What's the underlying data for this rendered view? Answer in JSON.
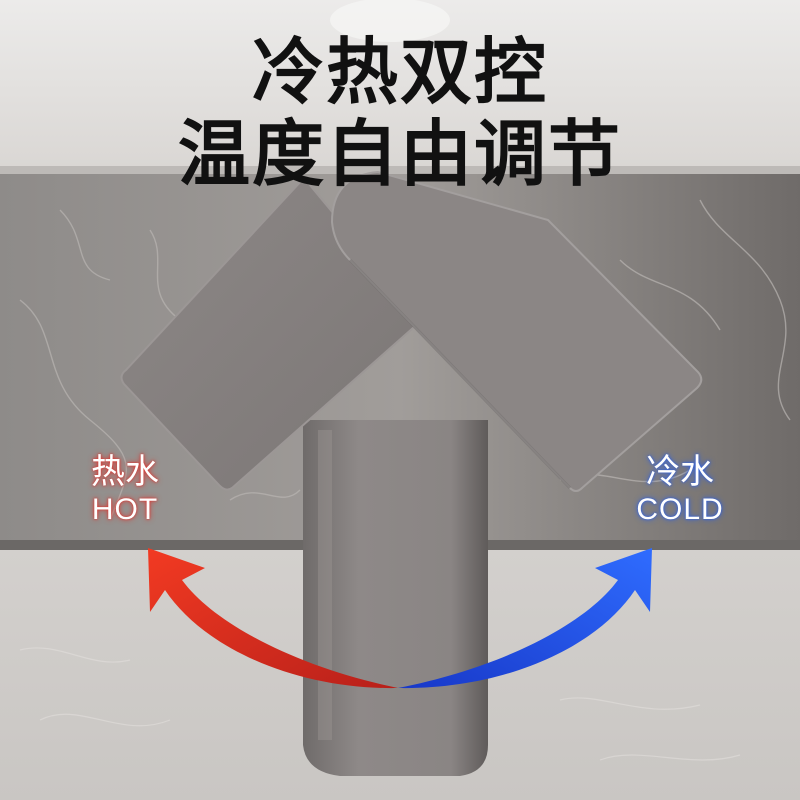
{
  "headline": {
    "line1": "冷热双控",
    "line2": "温度自由调节"
  },
  "hot": {
    "cn": "热水",
    "en": "HOT",
    "color": "#e3321f"
  },
  "cold": {
    "cn": "冷水",
    "en": "COLD",
    "color": "#2359f0"
  },
  "colors": {
    "faucet": "#8a8584",
    "slab": "#8c8a88",
    "counter": "#d8d5d2",
    "wall": "#e6e3e0"
  }
}
